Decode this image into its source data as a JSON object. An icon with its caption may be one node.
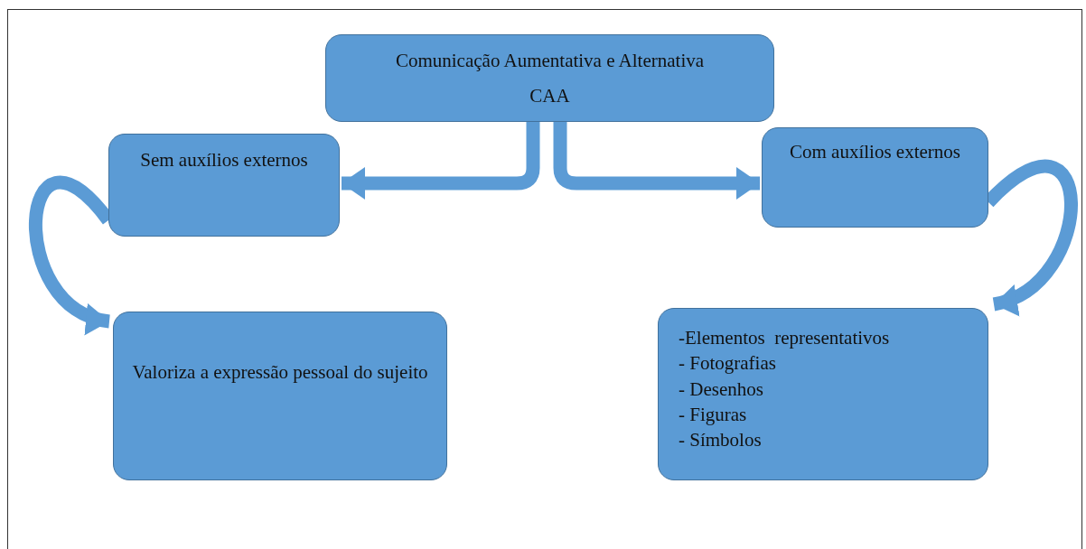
{
  "diagram": {
    "nodes": [
      {
        "text": [
          "Comunicação Aumentativa e Alternativa",
          "CAA"
        ]
      },
      {
        "text": [
          "Sem auxílios externos"
        ]
      },
      {
        "text": [
          "Com auxílios externos"
        ]
      },
      {
        "text": [
          "Valoriza a expressão pessoal do sujeito"
        ]
      },
      {
        "text": [
          "-Elementos  representativos",
          "- Fotografias",
          "- Desenhos",
          "- Figuras",
          "- Símbolos"
        ]
      }
    ],
    "edges": [
      {
        "from": 0,
        "to": 1,
        "arrow": "to"
      },
      {
        "from": 0,
        "to": 2,
        "arrow": "to"
      },
      {
        "from": 1,
        "to": 3,
        "arrow": "to"
      },
      {
        "from": 2,
        "to": 4,
        "arrow": "to"
      }
    ]
  }
}
